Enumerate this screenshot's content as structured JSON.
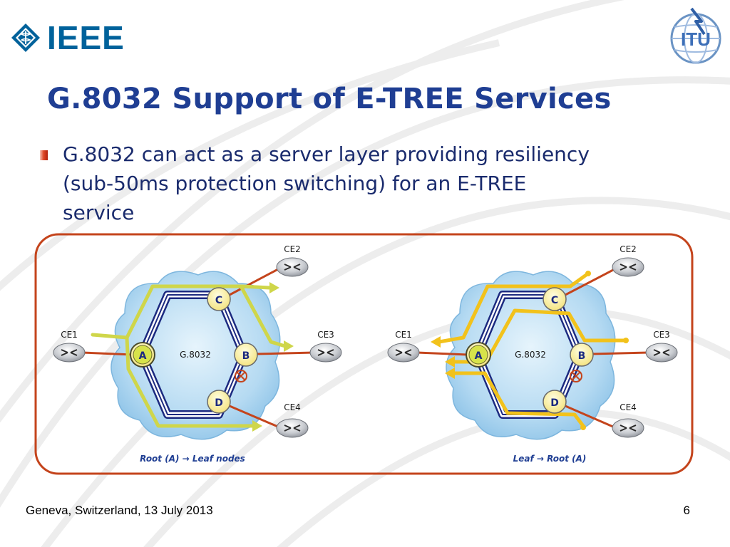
{
  "header": {
    "ieee_logo_text": "IEEE",
    "itu_logo_text": "ITU"
  },
  "slide": {
    "title": "G.8032 Support of E-TREE Services",
    "bullet_lines": [
      "G.8032 can act as a server layer providing resiliency",
      "(sub-50ms protection switching) for an E-TREE",
      "service"
    ]
  },
  "diagram": {
    "panels": [
      {
        "ring_label": "G.8032",
        "nodes": [
          "A",
          "B",
          "C",
          "D"
        ],
        "ce_labels": [
          "CE1",
          "CE2",
          "CE3",
          "CE4"
        ],
        "caption": "Root (A) → Leaf nodes"
      },
      {
        "ring_label": "G.8032",
        "nodes": [
          "A",
          "B",
          "C",
          "D"
        ],
        "ce_labels": [
          "CE1",
          "CE2",
          "CE3",
          "CE4"
        ],
        "caption": "Leaf → Root (A)"
      }
    ],
    "colors": {
      "ring": "#1c2a80",
      "cloud": "#b9dcf2",
      "link": "#c4441c",
      "path_green": "#cfd64a",
      "path_gold": "#f2c21b",
      "node": "#fbf3a0",
      "frame": "#c4441c",
      "caption": "#1f3e93"
    },
    "icons": [
      "ieee-diamond-icon",
      "itu-globe-icon",
      "router-icon",
      "blocked-port-icon",
      "arrow-right-icon"
    ]
  },
  "footer": {
    "location_date": "Geneva, Switzerland, 13 July 2013",
    "page_number": "6"
  }
}
